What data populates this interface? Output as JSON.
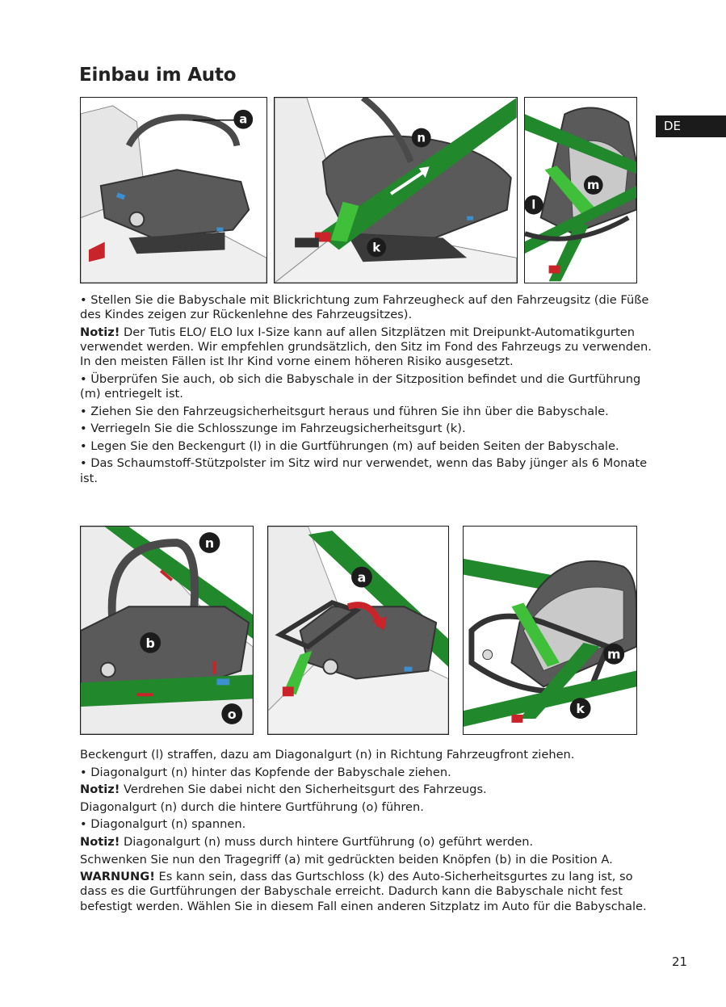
{
  "page": {
    "title": "Einbau im Auto",
    "language_tab": "DE",
    "page_number": "21"
  },
  "figures_top": [
    {
      "labels": [
        "a"
      ]
    },
    {
      "labels": [
        "n",
        "k"
      ]
    },
    {
      "labels": [
        "m",
        "l"
      ]
    }
  ],
  "figures_bottom": [
    {
      "labels": [
        "n",
        "b",
        "o"
      ]
    },
    {
      "labels": [
        "a"
      ]
    },
    {
      "labels": [
        "m",
        "k"
      ]
    }
  ],
  "text_top": [
    {
      "prefix": "",
      "text": "• Stellen Sie die Babyschale mit Blickrichtung zum Fahrzeugheck auf den Fahrzeugsitz (die Füße des Kindes zeigen zur Rückenlehne des Fahrzeugsitzes)."
    },
    {
      "prefix": "Notiz!",
      "text": " Der Tutis ELO/ ELO lux I-Size kann auf allen Sitzplätzen mit Dreipunkt-Automatikgurten verwendet werden. Wir empfehlen grundsätzlich, den Sitz im Fond des Fahrzeugs zu verwenden. In den meisten Fällen ist Ihr Kind vorne einem höheren Risiko ausgesetzt."
    },
    {
      "prefix": "",
      "text": "• Überprüfen Sie auch, ob sich die Babyschale in der Sitzposition befindet und die Gurtführung (m) entriegelt ist."
    },
    {
      "prefix": "",
      "text": "• Ziehen Sie den Fahrzeugsicherheitsgurt heraus und führen Sie ihn über die Babyschale."
    },
    {
      "prefix": "",
      "text": "• Verriegeln Sie die Schlosszunge im Fahrzeugsicherheitsgurt (k)."
    },
    {
      "prefix": "",
      "text": "• Legen Sie den Beckengurt (l) in die Gurtführungen (m) auf beiden Seiten der Babyschale."
    },
    {
      "prefix": "",
      "text": "• Das Schaumstoff-Stützpolster im Sitz wird nur verwendet, wenn das Baby jünger als 6 Monate ist."
    }
  ],
  "text_bottom": [
    {
      "prefix": "",
      "text": "Beckengurt (l) straffen, dazu am Diagonalgurt (n) in Richtung Fahrzeugfront ziehen."
    },
    {
      "prefix": "",
      "text": "• Diagonalgurt (n) hinter das Kopfende der Babyschale ziehen."
    },
    {
      "prefix": "Notiz!",
      "text": " Verdrehen Sie dabei nicht den Sicherheitsgurt des Fahrzeugs."
    },
    {
      "prefix": "",
      "text": "Diagonalgurt (n) durch die hintere Gurtführung (o) führen."
    },
    {
      "prefix": "",
      "text": "• Diagonalgurt (n) spannen."
    },
    {
      "prefix": "Notiz!",
      "text": " Diagonalgurt (n) muss durch hintere Gurtführung (o) geführt werden."
    },
    {
      "prefix": "",
      "text": "Schwenken Sie nun den Tragegriff (a) mit gedrückten beiden Knöpfen (b) in die Position A."
    },
    {
      "prefix": "WARNUNG!",
      "text": " Es kann sein, dass das Gurtschloss (k) des Auto-Sicherheitsgurtes zu lang ist, so dass es die Gurtführungen der Babyschale erreicht. Dadurch kann die Babyschale nicht fest befestigt werden. Wählen Sie in diesem Fall einen anderen Sitzplatz im Auto für die Babyschale."
    }
  ],
  "colors": {
    "belt_green": "#22882c",
    "belt_light_green": "#3fbf3a",
    "shell_gray": "#5a5a5a",
    "label_black": "#1c1c1c",
    "accent_red": "#c8242a",
    "accent_blue": "#3c8fd1"
  }
}
